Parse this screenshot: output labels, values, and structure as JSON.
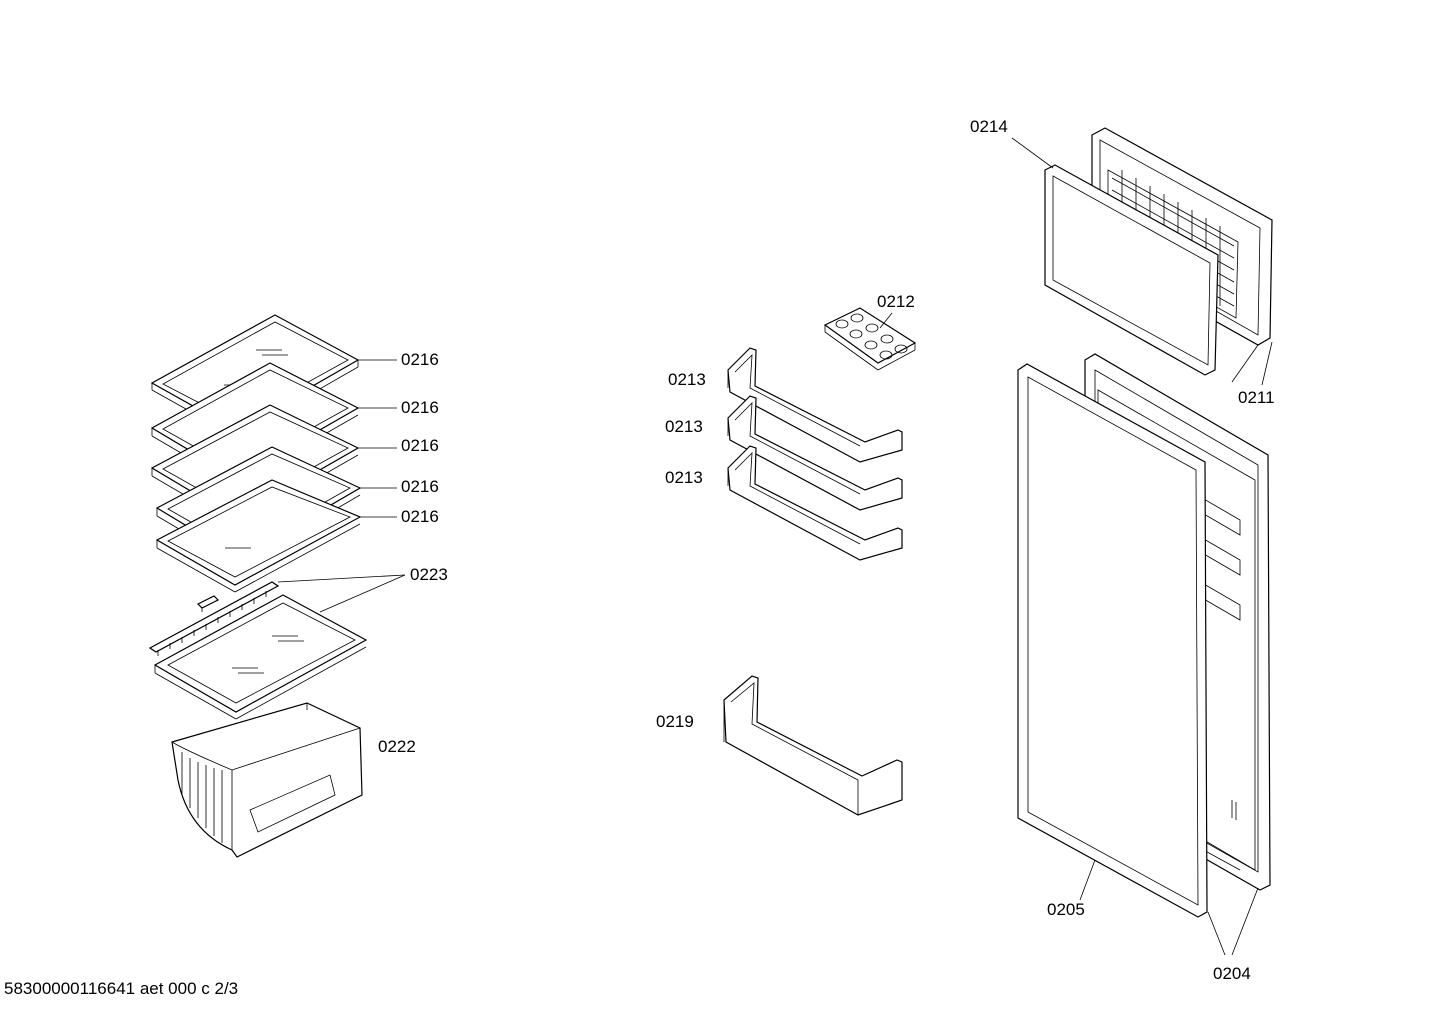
{
  "diagram": {
    "labels": {
      "l0214": "0214",
      "l0212": "0212",
      "l0211": "0211",
      "l0216a": "0216",
      "l0216b": "0216",
      "l0216c": "0216",
      "l0216d": "0216",
      "l0216e": "0216",
      "l0223": "0223",
      "l0222": "0222",
      "l0213a": "0213",
      "l0213b": "0213",
      "l0213c": "0213",
      "l0219": "0219",
      "l0205": "0205",
      "l0204": "0204"
    },
    "footer": "58300000116641 aet 000 c 2/3"
  }
}
